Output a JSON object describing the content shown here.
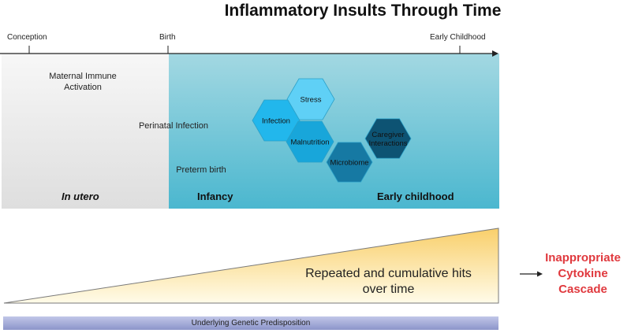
{
  "title": "Inflammatory Insults Through Time",
  "timeline": {
    "labels": [
      "Conception",
      "Birth",
      "Early Childhood"
    ]
  },
  "panel": {
    "maternal": "Maternal Immune Activation",
    "perinatal": "Perinatal Infection",
    "preterm": "Preterm birth",
    "periods": {
      "in_utero": "In utero",
      "infancy": "Infancy",
      "early_childhood": "Early childhood"
    }
  },
  "hexagons": [
    {
      "label": "Stress",
      "color": "#5fd0f6"
    },
    {
      "label": "Infection",
      "color": "#22b7ec"
    },
    {
      "label": "Malnutrition",
      "color": "#18a6da"
    },
    {
      "label": "Microbiome",
      "color": "#1679a3"
    },
    {
      "label": "Caregiver Interactions",
      "color": "#0d5373"
    }
  ],
  "hits_text": "Repeated and cumulative hits over time",
  "cascade_text": "Inappropriate Cytokine Cascade",
  "genetic_text": "Underlying Genetic Predisposition",
  "colors": {
    "utero_panel": "#ececec",
    "infancy_panel_top": "#a3d8e2",
    "infancy_panel_bottom": "#4bb7cf",
    "triangle_top": "#f9cf6a",
    "triangle_bottom": "#fffbe9",
    "cascade": "#e0393e"
  }
}
